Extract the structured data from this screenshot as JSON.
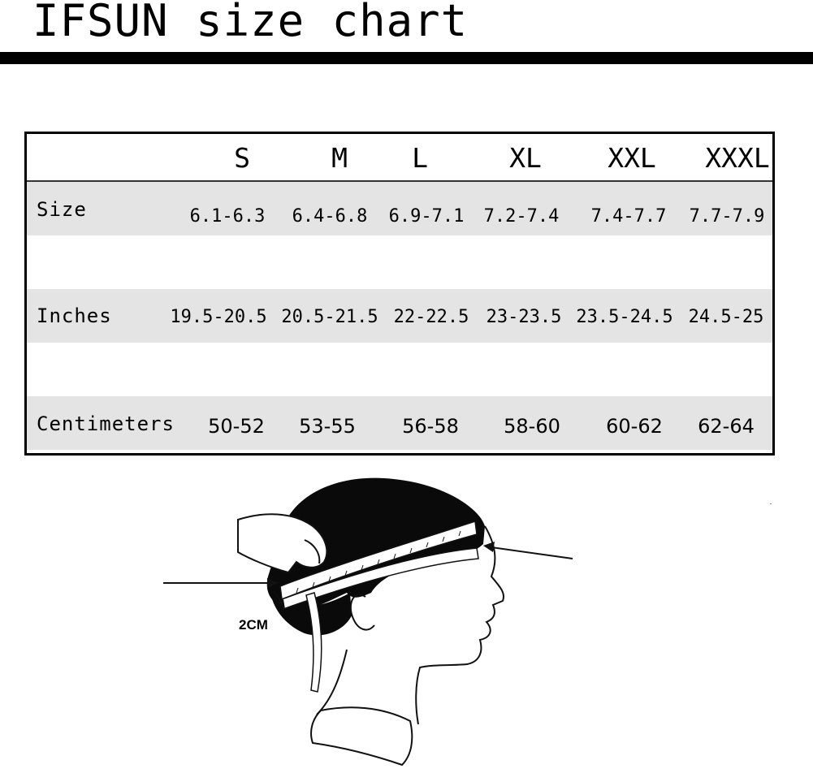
{
  "title": "IFSUN size chart",
  "table": {
    "columns": [
      "S",
      "M",
      "L",
      "XL",
      "XXL",
      "XXXL"
    ],
    "rows": [
      {
        "label": "Size",
        "values": [
          "6.1-6.3",
          "6.4-6.8",
          "6.9-7.1",
          "7.2-7.4",
          "7.4-7.7",
          "7.7-7.9"
        ]
      },
      {
        "label": "Inches",
        "values": [
          "19.5-20.5",
          "20.5-21.5",
          "22-22.5",
          "23-23.5",
          "23.5-24.5",
          "24.5-25"
        ]
      },
      {
        "label": "Centimeters",
        "values": [
          "50-52",
          "53-55",
          "56-58",
          "58-60",
          "60-62",
          "62-64"
        ]
      }
    ]
  },
  "illustration": {
    "measurement_label": "2CM",
    "icon": "head-measurement-illustration"
  }
}
